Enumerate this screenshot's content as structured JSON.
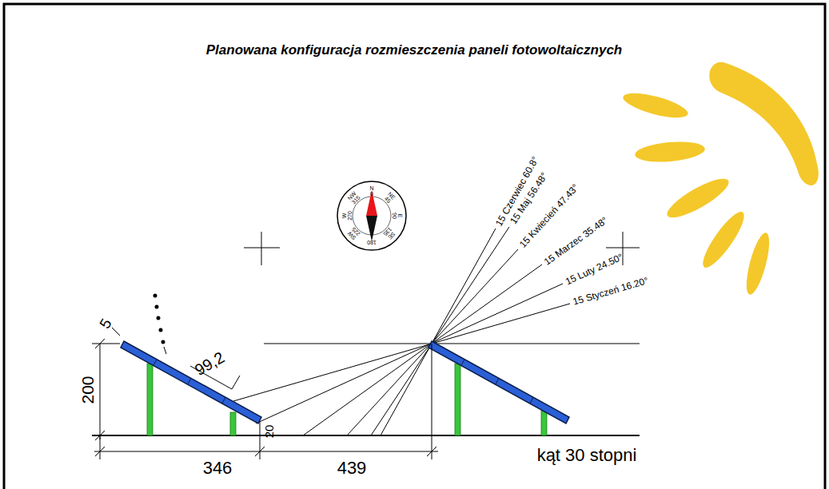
{
  "diagram": {
    "title": "Planowana konfiguracja rozmieszczenia paneli fotowoltaicznych",
    "labels": [
      "15 Czerwiec 60.8°",
      "15 Maj 56.48°",
      "15 Kwiecień 47.43°",
      "15 Marzec 35.48°",
      "15 Luty 24.50°",
      "15 Styczeń 16.20°",
      "5",
      "200",
      "99,2",
      "20",
      "346",
      "439",
      "kąt 30 stopni",
      "N",
      "0",
      "NE",
      "45",
      "E",
      "90",
      "SE",
      "135",
      "180",
      "SW",
      "225",
      "W",
      "270",
      "NW",
      "315"
    ]
  }
}
